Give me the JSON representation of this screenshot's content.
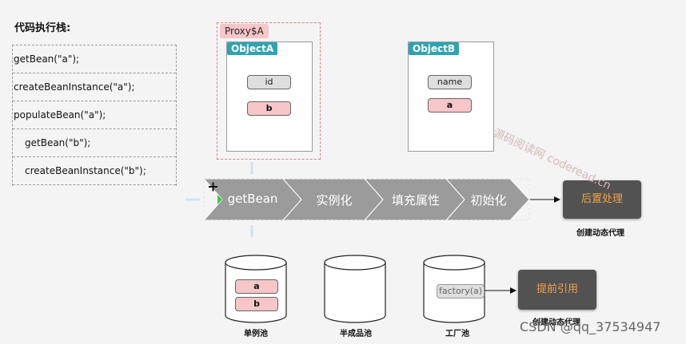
{
  "code_stack": {
    "title": "代码执行栈:",
    "frames": [
      "getBean(\"a\");",
      "createBeanInstance(\"a\");",
      "populateBean(\"a\");",
      "getBean(\"b\");",
      "createBeanInstance(\"b\");"
    ]
  },
  "proxy": {
    "label": "Proxy$A"
  },
  "object_a": {
    "label": "ObjectA",
    "fields": [
      "id",
      "b"
    ]
  },
  "object_b": {
    "label": "ObjectB",
    "fields": [
      "name",
      "a"
    ]
  },
  "pipeline": {
    "steps": [
      "getBean",
      "实例化",
      "填充属性",
      "初始化"
    ]
  },
  "post_process": {
    "label": "后置处理",
    "caption": "创建动态代理"
  },
  "caches": {
    "singleton": {
      "label": "单例池",
      "items": [
        "a",
        "b"
      ]
    },
    "early": {
      "label": "半成品池",
      "items": []
    },
    "factory": {
      "label": "工厂池",
      "items": [
        "factory(a)"
      ]
    }
  },
  "early_ref": {
    "label": "提前引用",
    "caption": "创建动态代理"
  },
  "watermark": "源码阅读网 coderead.cn",
  "credit": "CSDN @qq_37534947",
  "colors": {
    "object_tag": "#2fa4b0",
    "pink": "#f6c6c8",
    "arrow": "#8a8a8a",
    "dark_box": "#525252",
    "accent": "#f2a24a"
  }
}
